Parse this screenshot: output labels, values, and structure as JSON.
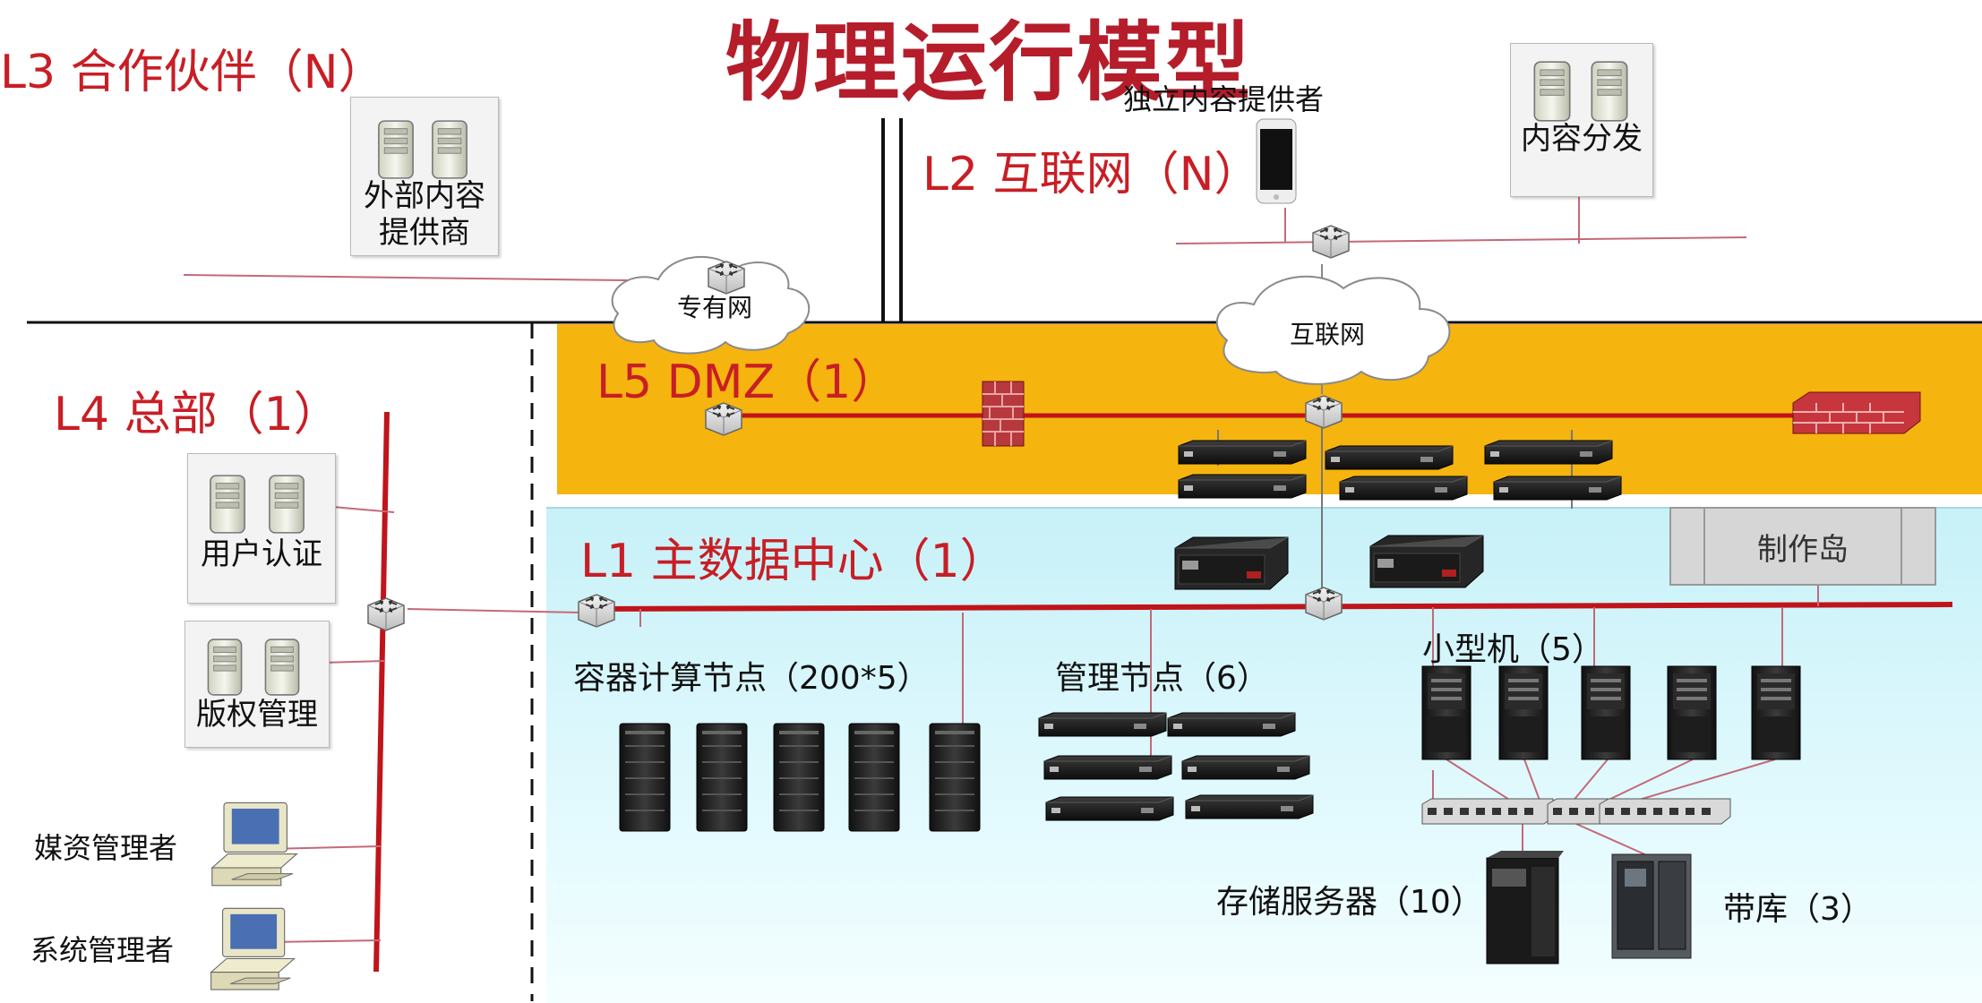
{
  "title": "物理运行模型",
  "zones": {
    "l3": "L3 合作伙伴（N）",
    "l2": "L2 互联网（N）",
    "l4": "L4 总部（1）",
    "l5": "L5 DMZ（1）",
    "l1": "L1 主数据中心（1）"
  },
  "nodes": {
    "external_provider": "外部内容提供商",
    "independent_provider": "独立内容提供者",
    "content_distribution": "内容分发",
    "private_net": "专有网",
    "internet": "互联网",
    "user_auth": "用户认证",
    "copyright_mgmt": "版权管理",
    "media_admin": "媒资管理者",
    "system_admin": "系统管理者",
    "production_island": "制作岛",
    "container_nodes": "容器计算节点（200*5）",
    "mgmt_nodes": "管理节点（6）",
    "minicomputers": "小型机（5）",
    "storage_servers": "存储服务器（10）",
    "tape_library": "带库（3）"
  },
  "colors": {
    "title": "#b51d2b",
    "zone_label": "#c81e25",
    "dmz_bg": "#f6b40f",
    "dc_bg": "#c7f1f8",
    "backbone": "#c0141b"
  }
}
